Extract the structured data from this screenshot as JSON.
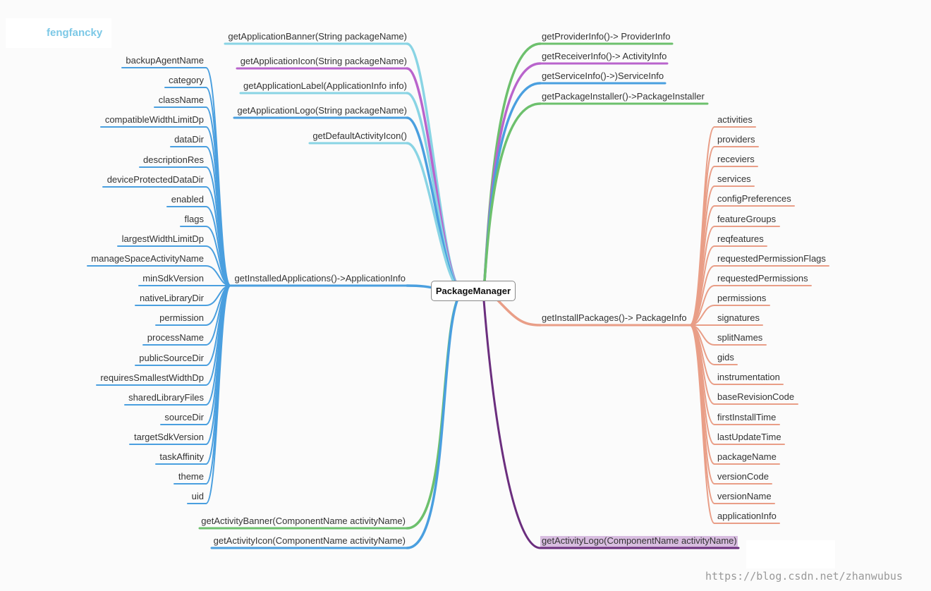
{
  "watermark": {
    "author": "fengfancky",
    "url": "https://blog.csdn.net/zhanwubus"
  },
  "root": {
    "label": "PackageManager"
  },
  "colors": {
    "blue": "#4a9fdf",
    "cyan": "#89d4e4",
    "green": "#6dc06d",
    "purple": "#b964cc",
    "salmon": "#e99e87",
    "darkpurple": "#6b2e7e",
    "highlight": "#d8bde0"
  },
  "nodes": {
    "left_top": [
      {
        "label": "getApplicationBanner(String packageName)",
        "color": "#89d4e4"
      },
      {
        "label": "getApplicationIcon(String packageName)",
        "color": "#b964cc"
      },
      {
        "label": "getApplicationLabel(ApplicationInfo info)",
        "color": "#89d4e4"
      },
      {
        "label": "getApplicationLogo(String packageName)",
        "color": "#4a9fdf"
      },
      {
        "label": "getDefaultActivityIcon()",
        "color": "#89d4e4"
      }
    ],
    "installed_applications": {
      "label": "getInstalledApplications()->ApplicationInfo",
      "color": "#4a9fdf",
      "children": [
        "backupAgentName",
        "category",
        "className",
        "compatibleWidthLimitDp",
        "dataDir",
        "descriptionRes",
        "deviceProtectedDataDir",
        "enabled",
        "flags",
        "largestWidthLimitDp",
        "manageSpaceActivityName",
        "minSdkVersion",
        "nativeLibraryDir",
        "permission",
        "processName",
        "publicSourceDir",
        "requiresSmallestWidthDp",
        "sharedLibraryFiles",
        "sourceDir",
        "targetSdkVersion",
        "taskAffinity",
        "theme",
        "uid"
      ]
    },
    "left_bottom": [
      {
        "label": "getActivityBanner(ComponentName activityName)",
        "color": "#6dc06d"
      },
      {
        "label": "getActivityIcon(ComponentName activityName)",
        "color": "#4a9fdf"
      }
    ],
    "right_top": [
      {
        "label": "getProviderInfo()-> ProviderInfo",
        "color": "#6dc06d"
      },
      {
        "label": "getReceiverInfo()-> ActivityInfo",
        "color": "#b964cc"
      },
      {
        "label": "getServiceInfo()->)ServiceInfo",
        "color": "#4a9fdf"
      },
      {
        "label": "getPackageInstaller()->PackageInstaller",
        "color": "#6dc06d"
      }
    ],
    "install_packages": {
      "label": "getInstallPackages()-> PackageInfo",
      "color": "#e99e87",
      "children": [
        "activities",
        "providers",
        "receviers",
        "services",
        "configPreferences",
        "featureGroups",
        "reqfeatures",
        "requestedPermissionFlags",
        "requestedPermissions",
        "permissions",
        "signatures",
        "splitNames",
        "gids",
        "instrumentation",
        "baseRevisionCode",
        "firstInstallTime",
        "lastUpdateTime",
        "packageName",
        "versionCode",
        "versionName",
        "applicationInfo"
      ]
    },
    "right_bottom": [
      {
        "label": "getActivityLogo(ComponentName activityName)",
        "color": "#6b2e7e",
        "highlighted": true
      }
    ]
  }
}
